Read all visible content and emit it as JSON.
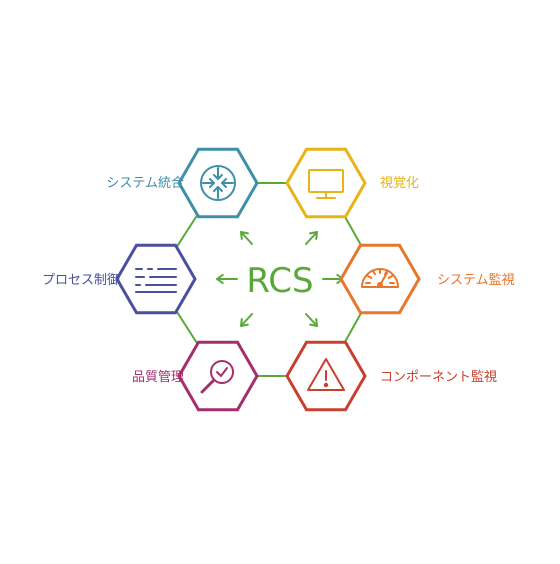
{
  "center": {
    "label": "RCS",
    "color": "#5aa83a"
  },
  "connector_color": "#5aa83a",
  "nodes": [
    {
      "id": "system-integration",
      "label": "システム統合",
      "color": "#3f8fa8",
      "icon": "arrows-in-circle-icon"
    },
    {
      "id": "visualization",
      "label": "視覚化",
      "color": "#e6b417",
      "icon": "monitor-icon"
    },
    {
      "id": "system-monitoring",
      "label": "システム監視",
      "color": "#e8762c",
      "icon": "gauge-icon"
    },
    {
      "id": "component-monitoring",
      "label": "コンポーネント監視",
      "color": "#c8402e",
      "icon": "warning-triangle-icon"
    },
    {
      "id": "quality-management",
      "label": "品質管理",
      "color": "#a3306b",
      "icon": "magnifier-check-icon"
    },
    {
      "id": "process-control",
      "label": "プロセス制御",
      "color": "#4a4f9e",
      "icon": "dashed-lines-icon"
    }
  ]
}
